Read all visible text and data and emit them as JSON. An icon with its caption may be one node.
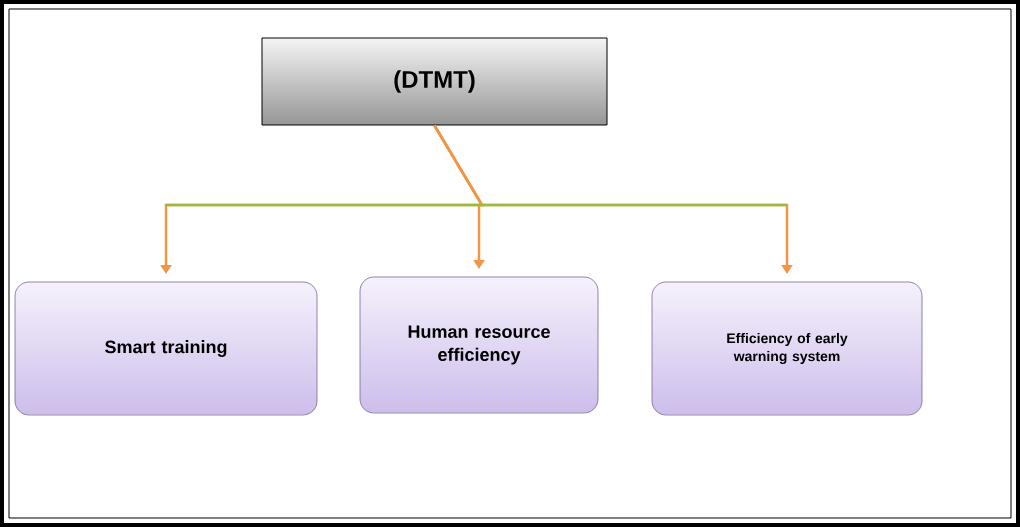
{
  "diagram": {
    "nodes": [
      {
        "text": [
          "(DTMT)"
        ]
      },
      {
        "text": [
          "Smart training"
        ]
      },
      {
        "text": [
          "Human resource efficiency"
        ]
      },
      {
        "text": [
          "Efficiency of early warning system"
        ]
      }
    ],
    "edges": [
      {
        "from": 0,
        "to": 1,
        "arrow": "to"
      },
      {
        "from": 0,
        "to": 2,
        "arrow": "to"
      },
      {
        "from": 0,
        "to": 3,
        "arrow": "to"
      }
    ]
  }
}
